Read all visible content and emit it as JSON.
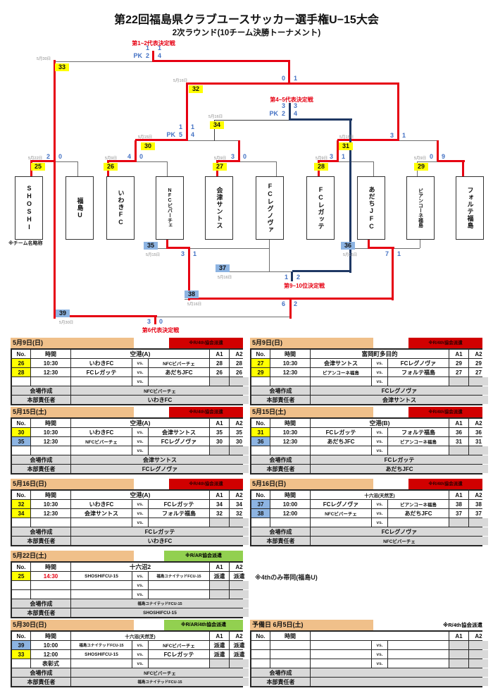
{
  "title": "第22回福島県クラブユースサッカー選手権U−15大会",
  "subtitle": "2次ラウンド(10チーム決勝トーナメント)",
  "team_note": "※チーム名略称",
  "side_note": "※4thのみ帯同(福島U)",
  "teams": [
    "SHOSHI",
    "福島U",
    "いわきFC",
    "NFCビバーチェ",
    "会津サントス",
    "FCレグノヴァ",
    "FCレガッテ",
    "あだちJFC",
    "ビアンコーネ福島",
    "フォルテ福島"
  ],
  "bracket": {
    "pk": "PK",
    "label_1_2": "第1~2代表決定戦",
    "label_4_5": "第4~5代表決定戦",
    "label_9_10": "第9~10位決定戦",
    "label_6": "第6代表決定戦",
    "m25": {
      "no": "25",
      "date": "5月22日",
      "l": "2",
      "r": "0"
    },
    "m26": {
      "no": "26",
      "date": "5月9日",
      "l": "4",
      "r": "0"
    },
    "m27": {
      "no": "27",
      "date": "5月9日",
      "l": "3",
      "r": "0"
    },
    "m28": {
      "no": "28",
      "date": "5月9日",
      "l": "3",
      "r": "1"
    },
    "m29": {
      "no": "29",
      "date": "5月9日",
      "l": "0",
      "r": "9"
    },
    "m30": {
      "no": "30",
      "date": "5月15日",
      "l": "1",
      "r": "1",
      "pkl": "5",
      "pkr": "4"
    },
    "m31": {
      "no": "31",
      "date": "5月15日",
      "l": "3",
      "r": "1"
    },
    "m32": {
      "no": "32",
      "date": "5月16日",
      "l": "0",
      "r": "1"
    },
    "m33": {
      "no": "33",
      "date": "5月30日",
      "l": "1",
      "r": "1",
      "pkl": "2",
      "pkr": "4"
    },
    "m34": {
      "no": "34",
      "date": "5月16日",
      "l": "3",
      "r": "3",
      "pkl": "2",
      "pkr": "4"
    },
    "m35": {
      "no": "35",
      "date": "5月15日",
      "l": "3",
      "r": "1"
    },
    "m36": {
      "no": "36",
      "date": "5月15日",
      "l": "7",
      "r": "1"
    },
    "m37": {
      "no": "37",
      "date": "5月16日",
      "l": "1",
      "r": "2"
    },
    "m38": {
      "no": "38",
      "date": "5月16日",
      "l": "6",
      "r": "2"
    },
    "m39": {
      "no": "39",
      "date": "5月30日",
      "l": "3",
      "r": "0"
    }
  },
  "table_headers": {
    "no": "No.",
    "time": "時間",
    "a1": "A1",
    "a2": "A2",
    "vs": "vs.",
    "f1": "会場作成",
    "f2": "本部責任者"
  },
  "tables": [
    {
      "date": "5月9日(日)",
      "badge": "※R/4th協会派遣",
      "badge_style": "red",
      "venue": "空港(A)",
      "rows": [
        {
          "no": "26",
          "n c": "",
          "nc": "y",
          "time": "10:30",
          "home": "いわきFC",
          "away": "NFCビバーチェ",
          "a1": "28",
          "a2": "28"
        },
        {
          "no": "28",
          "nc": "y",
          "time": "12:30",
          "home": "FCレガッテ",
          "away": "あだちJFC",
          "a1": "26",
          "a2": "26"
        },
        {}
      ],
      "venue_setup": "NFCビバーチェ",
      "hq": "いわきFC"
    },
    {
      "date": "5月9日(日)",
      "badge": "※R/4th協会派遣",
      "badge_style": "red",
      "venue": "富岡町多目的",
      "rows": [
        {
          "no": "27",
          "nc": "y",
          "time": "10:30",
          "home": "会津サントス",
          "away": "FCレグノヴァ",
          "a1": "29",
          "a2": "29"
        },
        {
          "no": "29",
          "nc": "y",
          "time": "12:30",
          "home": "ビアンコーネ福島",
          "away": "フォルテ福島",
          "a1": "27",
          "a2": "27"
        },
        {}
      ],
      "venue_setup": "FCレグノヴァ",
      "hq": "会津サントス"
    },
    {
      "date": "5月15日(土)",
      "badge": "※R/4th協会派遣",
      "badge_style": "red",
      "venue": "空港(A)",
      "rows": [
        {
          "no": "30",
          "nc": "y",
          "time": "10:30",
          "home": "いわきFC",
          "away": "会津サントス",
          "a1": "35",
          "a2": "35"
        },
        {
          "no": "35",
          "nc": "b",
          "time": "12:30",
          "home": "NFCビバーチェ",
          "away": "FCレグノヴァ",
          "a1": "30",
          "a2": "30"
        },
        {}
      ],
      "venue_setup": "会津サントス",
      "hq": "FCレグノヴァ"
    },
    {
      "date": "5月15日(土)",
      "badge": "※R/4th協会派遣",
      "badge_style": "red",
      "venue": "空港(B)",
      "rows": [
        {
          "no": "31",
          "nc": "y",
          "time": "10:30",
          "home": "FCレガッテ",
          "away": "フォルテ福島",
          "a1": "36",
          "a2": "36"
        },
        {
          "no": "36",
          "nc": "b",
          "time": "12:30",
          "home": "あだちJFC",
          "away": "ビアンコーネ福島",
          "a1": "31",
          "a2": "31"
        },
        {}
      ],
      "venue_setup": "FCレガッテ",
      "hq": "あだちJFC"
    },
    {
      "date": "5月16日(日)",
      "badge": "※R/4th協会派遣",
      "badge_style": "red",
      "venue": "空港(A)",
      "rows": [
        {
          "no": "32",
          "nc": "y",
          "time": "10:30",
          "home": "いわきFC",
          "away": "FCレガッテ",
          "a1": "34",
          "a2": "34"
        },
        {
          "no": "34",
          "nc": "y",
          "time": "12:30",
          "home": "会津サントス",
          "away": "フォルテ福島",
          "a1": "32",
          "a2": "32"
        },
        {}
      ],
      "venue_setup": "FCレガッテ",
      "hq": "いわきFC"
    },
    {
      "date": "5月16日(日)",
      "badge": "※R/4th協会派遣",
      "badge_style": "red",
      "venue": "十六沼(天然芝)",
      "rows": [
        {
          "no": "37",
          "nc": "b",
          "time": "10:00",
          "home": "FCレグノヴァ",
          "away": "ビアンコーネ福島",
          "a1": "38",
          "a2": "38"
        },
        {
          "no": "38",
          "nc": "b",
          "time": "12:00",
          "home": "NFCビバーチェ",
          "away": "あだちJFC",
          "a1": "37",
          "a2": "37"
        },
        {}
      ],
      "venue_setup": "FCレグノヴァ",
      "hq": "NFCビバーチェ"
    },
    {
      "date": "5月22日(土)",
      "badge": "※R/AR協会派遣",
      "badge_style": "green",
      "venue": "十六沼2",
      "rows": [
        {
          "no": "25",
          "nc": "y",
          "time": "14:30",
          "tr": 1,
          "home": "SHOSHIFCU-15",
          "away": "福島ユナイテッドFCU-15",
          "a1": "派遣",
          "a2": "派遣"
        },
        {},
        {}
      ],
      "venue_setup": "福島ユナイテッドFCU-15",
      "hq": "SHOSHIFCU-15"
    },
    {
      "date": "5月30日(日)",
      "badge": "※R/AR/4th協会派遣",
      "badge_style": "green",
      "venue": "十六沼(天然芝)",
      "rows": [
        {
          "no": "39",
          "nc": "b",
          "time": "10:00",
          "home": "福島ユナイテッドFCU-15",
          "away": "NFCビバーチェ",
          "a1": "派遣",
          "a2": "派遣"
        },
        {
          "no": "33",
          "nc": "y",
          "time": "12:00",
          "home": "SHOSHIFCU-15",
          "away": "FCレガッテ",
          "a1": "派遣",
          "a2": "派遣"
        },
        {
          "time": "表彰式"
        }
      ],
      "venue_setup": "NFCビバーチェ",
      "hq": "福島ユナイテッドFCU-15"
    },
    {
      "date": "予備日  6月5日(土)",
      "badge": "※R/4th協会派遣",
      "badge_style": "plain",
      "venue": "",
      "rows": [
        {},
        {},
        {}
      ],
      "venue_setup": "",
      "hq": ""
    }
  ]
}
